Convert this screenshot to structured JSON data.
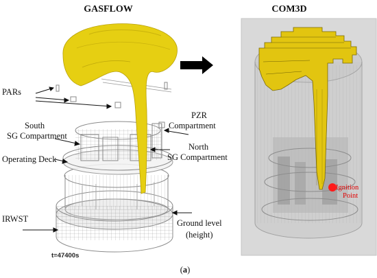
{
  "left_panel": {
    "title": "GASFLOW",
    "time_label": "t=47400s",
    "labels": {
      "pars": "PARs",
      "south_sg_line1": "South",
      "south_sg_line2": "SG Compartment",
      "operating_deck": "Operating Deck",
      "irwst": "IRWST",
      "pzr_line1": "PZR",
      "pzr_line2": "Compartment",
      "north_sg_line1": "North",
      "north_sg_line2": "SG Compartment",
      "ground_line1": "Ground level",
      "ground_line2": "(height)"
    }
  },
  "right_panel": {
    "title": "COM3D",
    "ignition_line1": "Ignition",
    "ignition_line2": "Point"
  },
  "caption": {
    "open": "(",
    "letter": "a",
    "close": ")"
  },
  "colors": {
    "plume_yellow": "#e6cf12",
    "ignition_red": "#ff1a1a",
    "com3d_background": "#d9d9d9",
    "structure_gray": "#9a9a9a"
  }
}
